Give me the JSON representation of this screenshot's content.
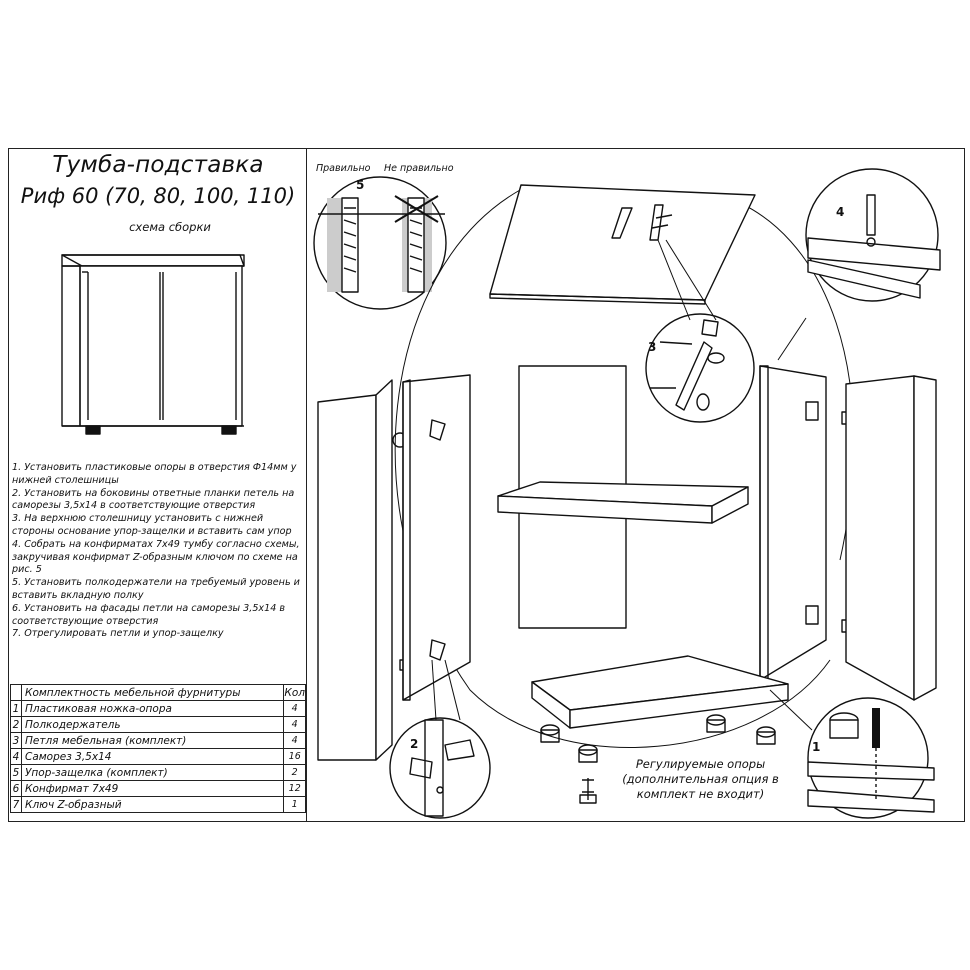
{
  "title": {
    "line1": "Тумба-подставка",
    "line2": "Риф 60 (70, 80, 100, 110)",
    "subtitle": "схема сборки"
  },
  "instructions": [
    "1. Установить пластиковые опоры в отверстия Ф14мм у нижней столешницы",
    "2. Установить на боковины ответные планки петель на саморезы 3,5х14 в соответствующие отверстия",
    "3. На верхнюю столешницу установить с нижней стороны основание упор-защелки и вставить сам упор",
    "4. Собрать на конфирматах 7х49 тумбу согласно схемы, закручивая конфирмат Z-образным ключом по схеме на рис. 5",
    "5. Установить полкодержатели на требуемый уровень и вставить вкладную полку",
    "6. Установить на фасады петли на саморезы 3,5х14 в соответствующие отверстия",
    "7. Отрегулировать петли и упор-защелку"
  ],
  "kit_table": {
    "header": "Комплектность мебельной фурнитуры",
    "qty_header": "Кол",
    "rows": [
      {
        "n": "1",
        "name": "Пластиковая ножка-опора",
        "qty": "4"
      },
      {
        "n": "2",
        "name": "Полкодержатель",
        "qty": "4"
      },
      {
        "n": "3",
        "name": "Петля мебельная (комплект)",
        "qty": "4"
      },
      {
        "n": "4",
        "name": "Саморез 3,5х14",
        "qty": "16"
      },
      {
        "n": "5",
        "name": "Упор-защелка (комплект)",
        "qty": "2"
      },
      {
        "n": "6",
        "name": "Конфирмат 7х49",
        "qty": "12"
      },
      {
        "n": "7",
        "name": "Ключ Z-образный",
        "qty": "1"
      }
    ]
  },
  "diagram": {
    "label_correct": "Правильно",
    "label_incorrect": "Не правильно",
    "callout_5": "5",
    "callout_4": "4",
    "callout_3": "3",
    "callout_2": "2",
    "callout_1": "1",
    "optional_note": "Регулируемые опоры (дополнительная опция в комплект не входит)"
  }
}
